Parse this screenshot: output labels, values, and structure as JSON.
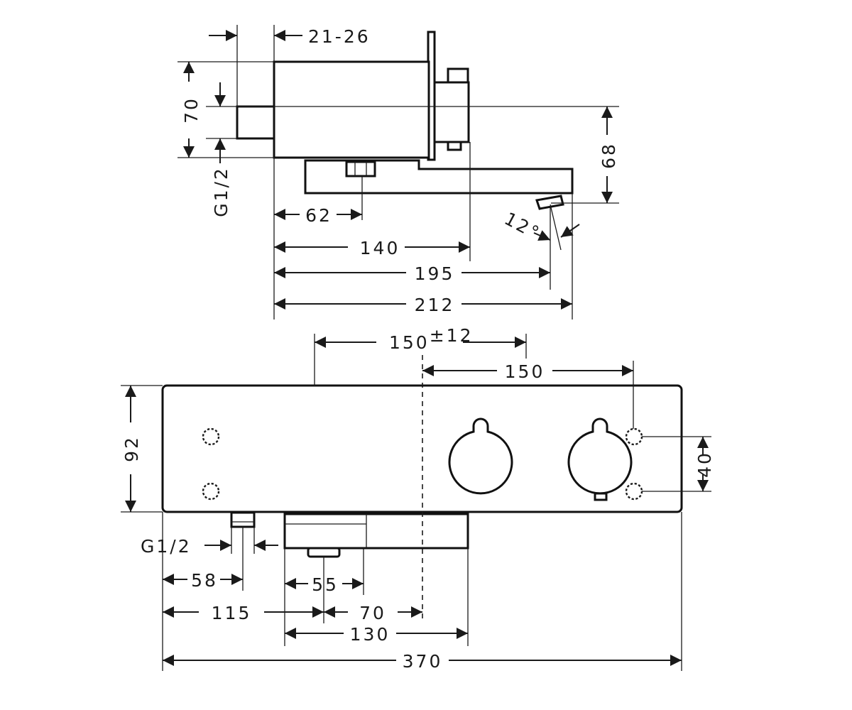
{
  "side_view": {
    "dim_wall": "21-26",
    "dim_height": "70",
    "dim_thread": "G1/2",
    "dim_spout_drop": "68",
    "dim_angle": "12°",
    "dim_62": "62",
    "dim_140": "140",
    "dim_195": "195",
    "dim_212": "212"
  },
  "front_view": {
    "dim_150_tol_base": "150",
    "dim_150_tol_sup": "±12",
    "dim_150": "150",
    "dim_92": "92",
    "dim_40": "40",
    "dim_thread": "G1/2",
    "dim_58": "58",
    "dim_55": "55",
    "dim_115": "115",
    "dim_70": "70",
    "dim_130": "130",
    "dim_370": "370"
  },
  "colors": {
    "line": "#1a1a1a",
    "background": "#ffffff"
  }
}
